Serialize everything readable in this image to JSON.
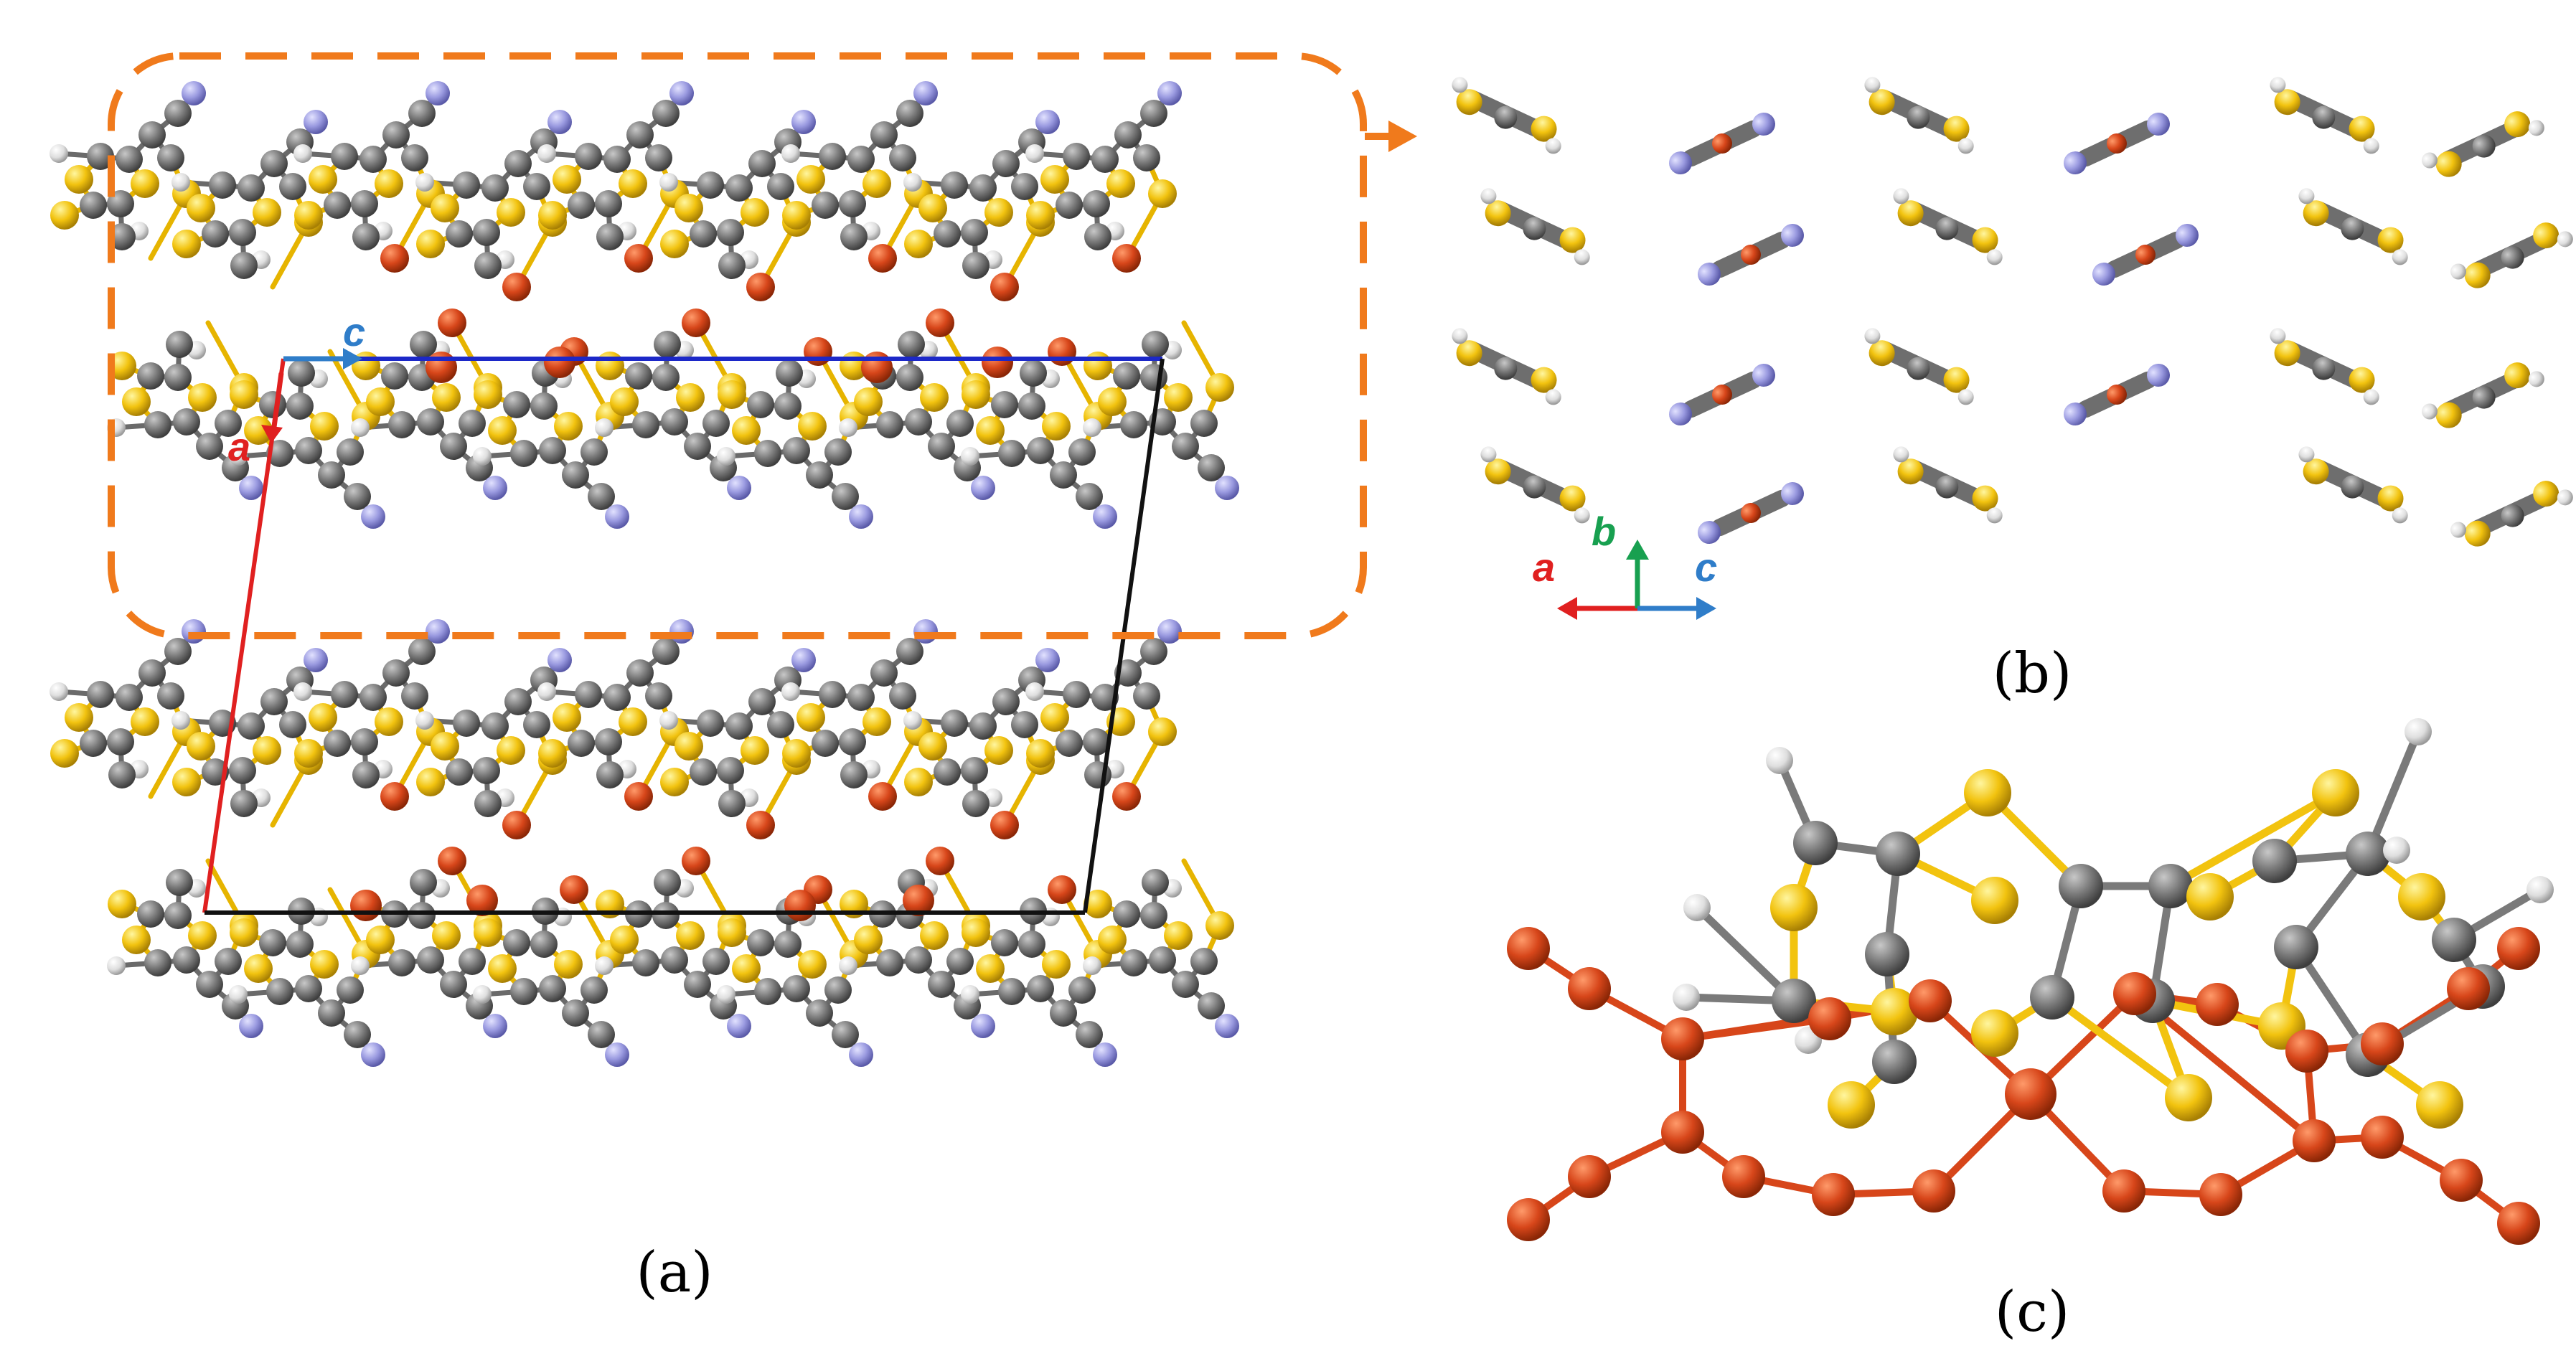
{
  "panels": {
    "a": {
      "caption": "(a)",
      "axes": [
        "c",
        "a"
      ]
    },
    "b": {
      "caption": "(b)",
      "axes": [
        "a",
        "b",
        "c"
      ]
    },
    "c": {
      "caption": "(c)"
    }
  },
  "colors": {
    "carbon": "#7a7a7a",
    "sulfur": "#f2c30f",
    "hydrogen": "#e3e3e3",
    "nitrogen": "#9a9ae0",
    "iron_chain": "#d7461a",
    "highlight_box": "#f07a1c",
    "axis_a": "#e02020",
    "axis_b": "#18a050",
    "axis_c": "#2f7dc9",
    "cell_top": "#1c28c8",
    "cell_edge": "#111111"
  },
  "icons": [
    "dashed-highlight-box",
    "arrow-right-icon",
    "crystal-axes-icon"
  ]
}
